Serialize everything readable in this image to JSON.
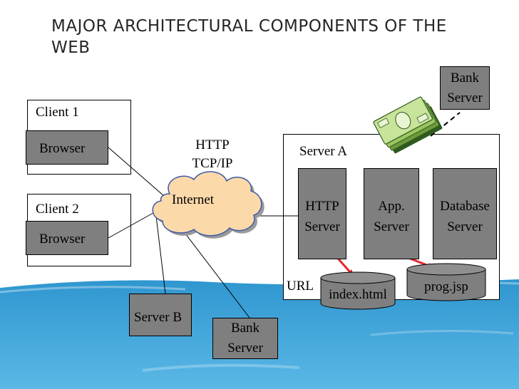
{
  "title": "MAJOR ARCHITECTURAL COMPONENTS OF THE WEB",
  "clients": [
    {
      "label": "Client 1",
      "browser": "Browser"
    },
    {
      "label": "Client 2",
      "browser": "Browser"
    }
  ],
  "protocol": {
    "line1": "HTTP",
    "line2": "TCP/IP"
  },
  "internet": "Internet",
  "server_a": {
    "label": "Server A",
    "http_server": {
      "line1": "HTTP",
      "line2": "Server"
    },
    "app_server": {
      "line1": "App.",
      "line2": "Server"
    },
    "database_server": {
      "line1": "Database",
      "line2": "Server"
    },
    "url_label": "URL",
    "files": [
      "index.html",
      "prog.jsp"
    ]
  },
  "server_b": "Server B",
  "bank_server_bottom": {
    "line1": "Bank",
    "line2": "Server"
  },
  "bank_server_top": {
    "line1": "Bank",
    "line2": "Server"
  },
  "colors": {
    "water": "#3aa2d6",
    "cloud": "#fcd9a9",
    "box_grey": "#7f7f7f",
    "arrow": "#e5262b",
    "money": "#c8e39a"
  }
}
